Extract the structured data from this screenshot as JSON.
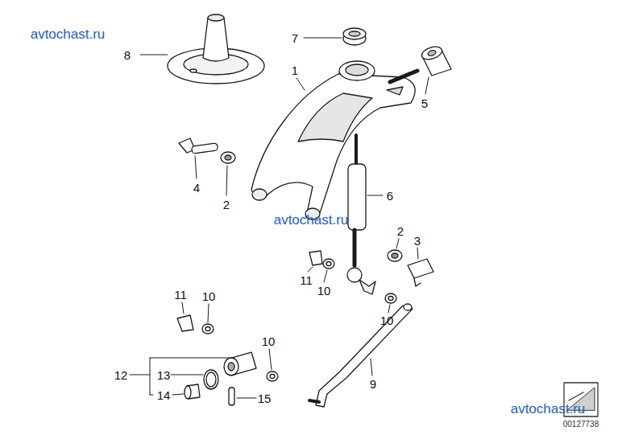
{
  "diagram": {
    "labels": [
      "avtochast.ru",
      "7",
      "8",
      "1",
      "5",
      "4",
      "6",
      "2",
      "avtochast.ru",
      "2",
      "3",
      "11",
      "10",
      "11",
      "10",
      "10",
      "10",
      "12",
      "13",
      "9",
      "14",
      "15",
      "avtochast.ru",
      "00127738"
    ]
  }
}
